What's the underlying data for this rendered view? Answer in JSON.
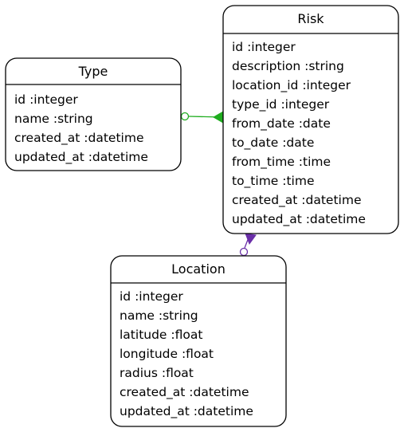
{
  "colors": {
    "border": "#000000",
    "background": "#ffffff",
    "rel_type_risk": "#1fad1f",
    "rel_risk_location": "#6a2fa8"
  },
  "entities": {
    "risk": {
      "title": "Risk",
      "fields": [
        "id :integer",
        "description :string",
        "location_id :integer",
        "type_id :integer",
        "from_date :date",
        "to_date :date",
        "from_time :time",
        "to_time :time",
        "created_at :datetime",
        "updated_at :datetime"
      ]
    },
    "type": {
      "title": "Type",
      "fields": [
        "id :integer",
        "name :string",
        "created_at :datetime",
        "updated_at :datetime"
      ]
    },
    "location": {
      "title": "Location",
      "fields": [
        "id :integer",
        "name :string",
        "latitude :float",
        "longitude :float",
        "radius :float",
        "created_at :datetime",
        "updated_at :datetime"
      ]
    }
  },
  "relationships": [
    {
      "from": "type",
      "to": "risk",
      "from_end": "zero-or-one",
      "to_end": "many",
      "color_key": "rel_type_risk"
    },
    {
      "from": "location",
      "to": "risk",
      "from_end": "zero-or-one",
      "to_end": "many",
      "color_key": "rel_risk_location"
    }
  ]
}
